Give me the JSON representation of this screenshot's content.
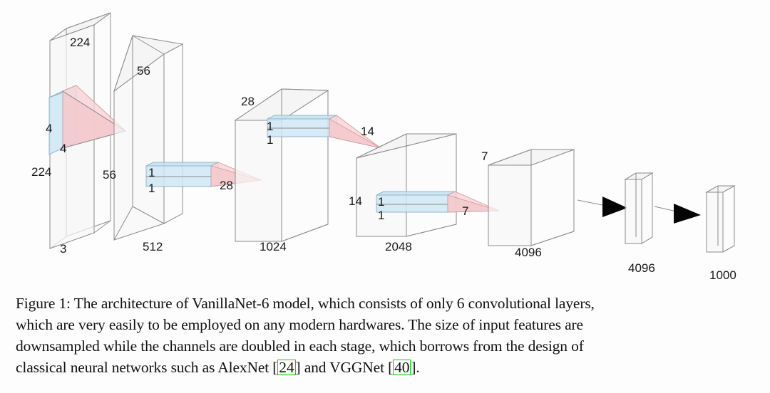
{
  "figure": {
    "caption_label": "Figure 1:",
    "caption_lines": [
      "Figure 1: The architecture of VanillaNet-6 model, which consists of only 6 convolutional layers,",
      "which are very easily to be employed on any modern hardwares.  The size of input features are",
      "downsampled while the channels are doubled in each stage, which borrows from the design of",
      "classical neural networks such as AlexNet [24] and VGGNet [40]."
    ],
    "caption_tail": {
      "before_first_cite": "classical neural networks such as AlexNet [",
      "cite_1": "24",
      "between_cites": "] and VGGNet [",
      "cite_2": "40",
      "after_last_cite": "]."
    },
    "citations": [
      "24",
      "40"
    ],
    "colors": {
      "kernel_blue": "#cfe7f3",
      "kernel_blue_stroke": "#8fb9cd",
      "cone_pink": "#f6d3d6",
      "cone_pink_stroke": "#d79ba0",
      "block_face": "#f7f7f7",
      "block_stroke": "#8c8c8c",
      "arrow_black": "#050505",
      "cite_green": "#00d400",
      "text": "#1a1a1a",
      "background": "#fdfdfd"
    },
    "layers": [
      {
        "name": "input",
        "channel_label": "3",
        "size_top": "224",
        "size_left": "224"
      },
      {
        "name": "stage1",
        "channel_label": "512",
        "size_top": "56",
        "size_left": "56"
      },
      {
        "name": "stage2",
        "channel_label": "1024",
        "size_top": "28",
        "size_left": "28"
      },
      {
        "name": "stage3",
        "channel_label": "2048",
        "size_top": "14",
        "size_left": "14"
      },
      {
        "name": "stage4",
        "channel_label": "4096",
        "size_top": "7",
        "size_left": "7"
      },
      {
        "name": "fc1",
        "channel_label": "4096"
      },
      {
        "name": "fc2",
        "channel_label": "1000"
      }
    ],
    "kernels": [
      {
        "name": "kernel-input",
        "h": "4",
        "w": "4"
      },
      {
        "name": "kernel-stage1",
        "h": "1",
        "w": "1"
      },
      {
        "name": "kernel-stage2",
        "h": "1",
        "w": "1"
      },
      {
        "name": "kernel-stage3",
        "h": "1",
        "w": "1"
      }
    ],
    "labels": {
      "l224_top": "224",
      "l224_left": "224",
      "l3": "3",
      "l4_left": "4",
      "l4_bottom": "4",
      "l56_top": "56",
      "l56_left": "56",
      "l512": "512",
      "l1_a_top": "1",
      "l1_a_bot": "1",
      "l28_out": "28",
      "l28_top": "28",
      "l1024": "1024",
      "l1_b_top": "1",
      "l1_b_bot": "1",
      "l14_out": "14",
      "l14_left": "14",
      "l2048": "2048",
      "l1_c_top": "1",
      "l1_c_bot": "1",
      "l7_out": "7",
      "l7_top": "7",
      "l4096_cube": "4096",
      "l4096_fc": "4096",
      "l1000_fc": "1000"
    }
  }
}
